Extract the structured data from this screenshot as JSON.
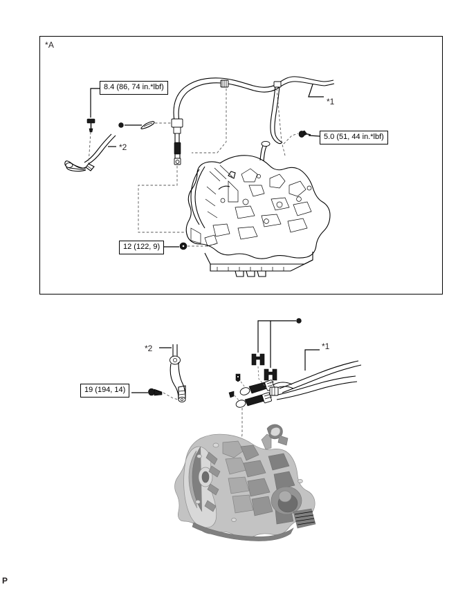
{
  "document": {
    "type": "automotive-service-manual-illustration",
    "page_mark": "P"
  },
  "panel_a": {
    "section_label": "*A",
    "torque_specs": [
      {
        "id": "spec-top-left",
        "value": "8.4 (86, 74 in.*lbf)"
      },
      {
        "id": "spec-top-right",
        "value": "5.0 (51, 44 in.*lbf)"
      },
      {
        "id": "spec-bottom",
        "value": "12 (122, 9)"
      }
    ],
    "reference_marks": [
      {
        "id": "ref-1",
        "label": "*1"
      },
      {
        "id": "ref-2",
        "label": "*2"
      }
    ],
    "bullet_note": "●",
    "component": "automatic-transaxle-assembly"
  },
  "panel_b": {
    "torque_specs": [
      {
        "id": "spec-bolt",
        "value": "19 (194, 14)"
      }
    ],
    "reference_marks": [
      {
        "id": "ref-1",
        "label": "*1"
      },
      {
        "id": "ref-2",
        "label": "*2"
      }
    ],
    "bullet_note": "●",
    "component": "manual-transaxle-assembly"
  },
  "colors": {
    "line": "#000000",
    "dashed_guide": "#555555",
    "label_text": "#231f20",
    "shade_light": "#d8d8d8",
    "shade_mid": "#ababab",
    "shade_dark": "#6d6d6d",
    "background": "#ffffff"
  }
}
